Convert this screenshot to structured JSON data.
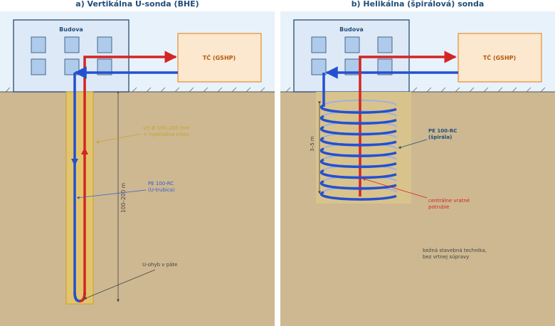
{
  "panel_a": {
    "title": "a) Vertikálna U-sonda (BHE)",
    "building_label": "Budova",
    "heatpump_label": "TČ (GSHP)",
    "borehole_label_1": "vrt Ø 100–200 mm",
    "borehole_label_2": "+ injektážna zmes",
    "pipe_label_1": "PE 100-RC",
    "pipe_label_2": "(U-trubica)",
    "depth_label": "100–200 m",
    "bend_label": "U-ohyb v päte"
  },
  "panel_b": {
    "title": "b) Helikálna (špirálová) sonda",
    "building_label": "Budova",
    "heatpump_label": "TČ (GSHP)",
    "depth_label": "3–5 m",
    "spiral_label_1": "PE 100-RC",
    "spiral_label_2": "(špirála)",
    "return_label_1": "centrálne vratné",
    "return_label_2": "potrubie",
    "note_1": "bežná stavebná technika,",
    "note_2": "bez vrtnej súpravy",
    "coil_turns": 9
  },
  "colors": {
    "sky": "#e8f2fb",
    "soil": "#cdb891",
    "building_fill": "#dde9f7",
    "building_stroke": "#2a4a6e",
    "window_fill": "#aecbec",
    "heatpump_fill": "#fce7cf",
    "heatpump_stroke": "#e8943a",
    "heatpump_text": "#b55a0a",
    "borehole_fill": "#e2c46c",
    "borehole_stroke": "#c9a233",
    "hot_pipe": "#d42424",
    "cold_pipe": "#2450d0",
    "title_text": "#1f4e79",
    "label_gold": "#c9a233",
    "label_blue": "#3a5cc8",
    "label_dark": "#444444",
    "label_red": "#d42424",
    "label_navy": "#1f4e79"
  }
}
